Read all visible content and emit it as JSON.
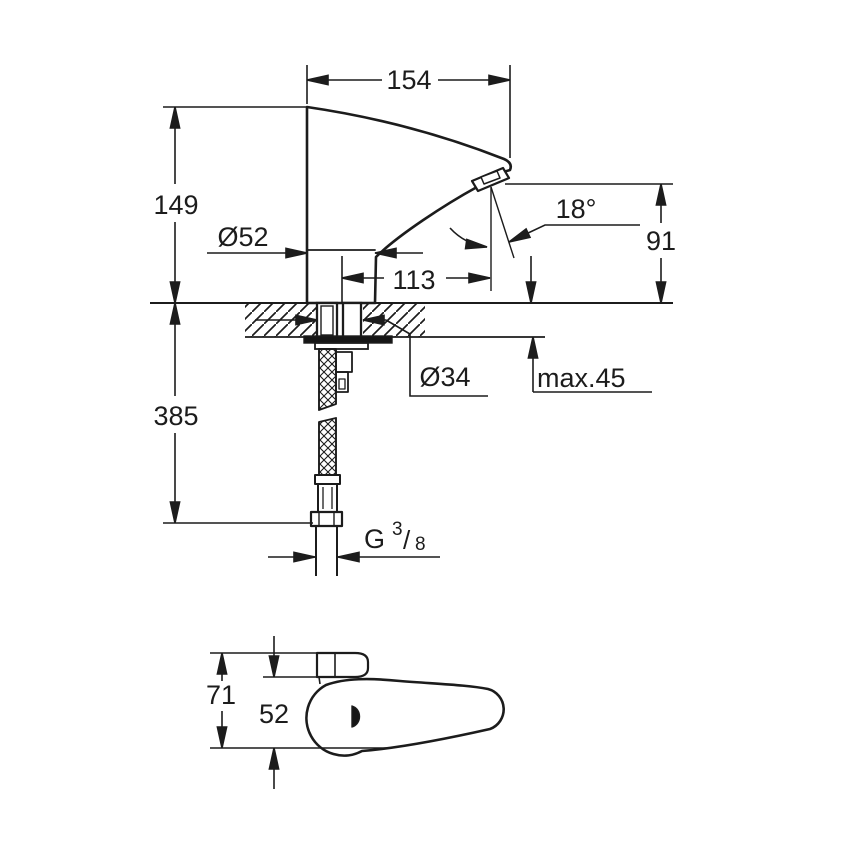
{
  "drawing": {
    "dimensions": {
      "spout_width": "154",
      "body_height": "149",
      "base_diameter": "Ø52",
      "spout_projection": "113",
      "spout_angle": "18°",
      "outlet_height": "91",
      "hole_diameter": "Ø34",
      "max_deck_thickness": "max.45",
      "hose_length": "385",
      "top_view_overall": "71",
      "top_view_body": "52"
    },
    "thread": {
      "prefix": "G",
      "numerator": "3",
      "slash": "/",
      "denominator": "8"
    }
  }
}
